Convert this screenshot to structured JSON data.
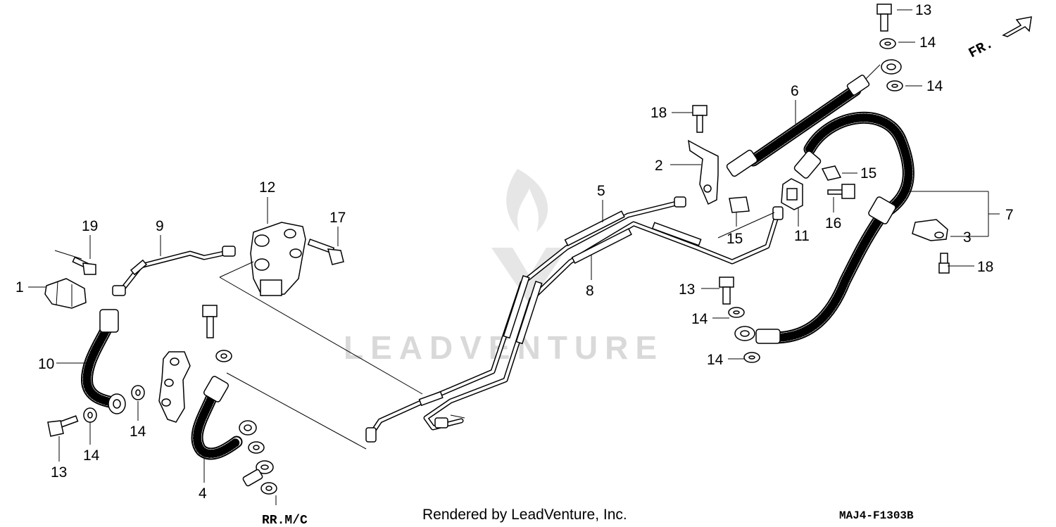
{
  "callouts": [
    {
      "id": "c1",
      "text": "1"
    },
    {
      "id": "c2",
      "text": "2"
    },
    {
      "id": "c3",
      "text": "3"
    },
    {
      "id": "c4",
      "text": "4"
    },
    {
      "id": "c5",
      "text": "5"
    },
    {
      "id": "c6",
      "text": "6"
    },
    {
      "id": "c7",
      "text": "7"
    },
    {
      "id": "c8",
      "text": "8"
    },
    {
      "id": "c9",
      "text": "9"
    },
    {
      "id": "c10",
      "text": "10"
    },
    {
      "id": "c11",
      "text": "11"
    },
    {
      "id": "c12",
      "text": "12"
    },
    {
      "id": "c13a",
      "text": "13"
    },
    {
      "id": "c13b",
      "text": "13"
    },
    {
      "id": "c13c",
      "text": "13"
    },
    {
      "id": "c14a",
      "text": "14"
    },
    {
      "id": "c14b",
      "text": "14"
    },
    {
      "id": "c14c",
      "text": "14"
    },
    {
      "id": "c14d",
      "text": "14"
    },
    {
      "id": "c14e",
      "text": "14"
    },
    {
      "id": "c14f",
      "text": "14"
    },
    {
      "id": "c15a",
      "text": "15"
    },
    {
      "id": "c15b",
      "text": "15"
    },
    {
      "id": "c16",
      "text": "16"
    },
    {
      "id": "c17",
      "text": "17"
    },
    {
      "id": "c18a",
      "text": "18"
    },
    {
      "id": "c18b",
      "text": "18"
    },
    {
      "id": "c19",
      "text": "19"
    }
  ],
  "direction_label": "FR.",
  "destination_label": "RR.M/C",
  "footer": {
    "rendered_by": "Rendered by LeadVenture, Inc.",
    "diagram_code": "MAJ4-F1303B"
  },
  "watermark": "LEADVENTURE"
}
